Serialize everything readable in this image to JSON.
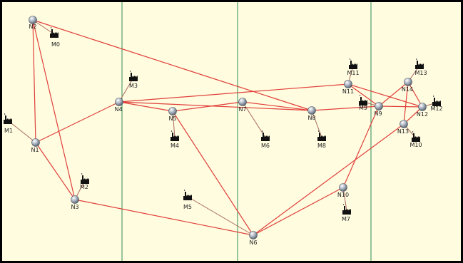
{
  "colors": {
    "background": "#fffce0",
    "frame": "#000000",
    "region_divider": "#2e8b57",
    "backbone_link": "#e0403a",
    "access_link": "#a8695f",
    "node_fill": "#9aa4b3"
  },
  "nodes": [
    {
      "id": "N0",
      "label": "N2"
    },
    {
      "id": "N1",
      "label": "N1"
    },
    {
      "id": "N3",
      "label": "N3"
    },
    {
      "id": "N4",
      "label": "N4"
    },
    {
      "id": "N5",
      "label": "N5"
    },
    {
      "id": "N6",
      "label": "N6"
    },
    {
      "id": "N7",
      "label": "N7"
    },
    {
      "id": "N8",
      "label": "N8"
    },
    {
      "id": "N9",
      "label": "N9"
    },
    {
      "id": "N10",
      "label": "N10"
    },
    {
      "id": "N11",
      "label": "N11"
    },
    {
      "id": "N12",
      "label": "N12"
    },
    {
      "id": "N13",
      "label": "N13"
    },
    {
      "id": "N14",
      "label": "N14"
    }
  ],
  "machines": [
    {
      "id": "M0",
      "label": "M0",
      "icon": "factory-icon",
      "attached_to": "N0"
    },
    {
      "id": "M1",
      "label": "M1",
      "icon": "factory-icon",
      "attached_to": "N1"
    },
    {
      "id": "M2",
      "label": "M2",
      "icon": "factory-icon",
      "attached_to": "N3"
    },
    {
      "id": "M3",
      "label": "M3",
      "icon": "factory-icon",
      "attached_to": "N4"
    },
    {
      "id": "M4",
      "label": "M4",
      "icon": "factory-icon",
      "attached_to": "N5"
    },
    {
      "id": "M5",
      "label": "M5",
      "icon": "factory-icon",
      "attached_to": "N6"
    },
    {
      "id": "M6",
      "label": "M6",
      "icon": "factory-icon",
      "attached_to": "N7"
    },
    {
      "id": "M7",
      "label": "M7",
      "icon": "factory-icon",
      "attached_to": "N10"
    },
    {
      "id": "M8",
      "label": "M8",
      "icon": "factory-icon",
      "attached_to": "N8"
    },
    {
      "id": "M9",
      "label": "M9",
      "icon": "factory-icon",
      "attached_to": "N9"
    },
    {
      "id": "M10",
      "label": "M10",
      "icon": "factory-icon",
      "attached_to": "N13"
    },
    {
      "id": "M11",
      "label": "M11",
      "icon": "factory-icon",
      "attached_to": "N11"
    },
    {
      "id": "M12",
      "label": "M12",
      "icon": "factory-icon",
      "attached_to": "N12"
    },
    {
      "id": "M13",
      "label": "M13",
      "icon": "factory-icon",
      "attached_to": "N14"
    }
  ],
  "links": [
    [
      "N0",
      "N1"
    ],
    [
      "N0",
      "N3"
    ],
    [
      "N0",
      "N8"
    ],
    [
      "N1",
      "N3"
    ],
    [
      "N1",
      "N4"
    ],
    [
      "N3",
      "N6"
    ],
    [
      "N4",
      "N5"
    ],
    [
      "N4",
      "N8"
    ],
    [
      "N4",
      "N11"
    ],
    [
      "N5",
      "N7"
    ],
    [
      "N5",
      "N6"
    ],
    [
      "N7",
      "N8"
    ],
    [
      "N8",
      "N9"
    ],
    [
      "N9",
      "N10"
    ],
    [
      "N9",
      "N14"
    ],
    [
      "N9",
      "N12"
    ],
    [
      "N6",
      "N13"
    ],
    [
      "N6",
      "N10"
    ],
    [
      "N11",
      "N12"
    ],
    [
      "N11",
      "N9"
    ],
    [
      "N12",
      "N13"
    ],
    [
      "N13",
      "N14"
    ],
    [
      "N12",
      "N14"
    ]
  ]
}
